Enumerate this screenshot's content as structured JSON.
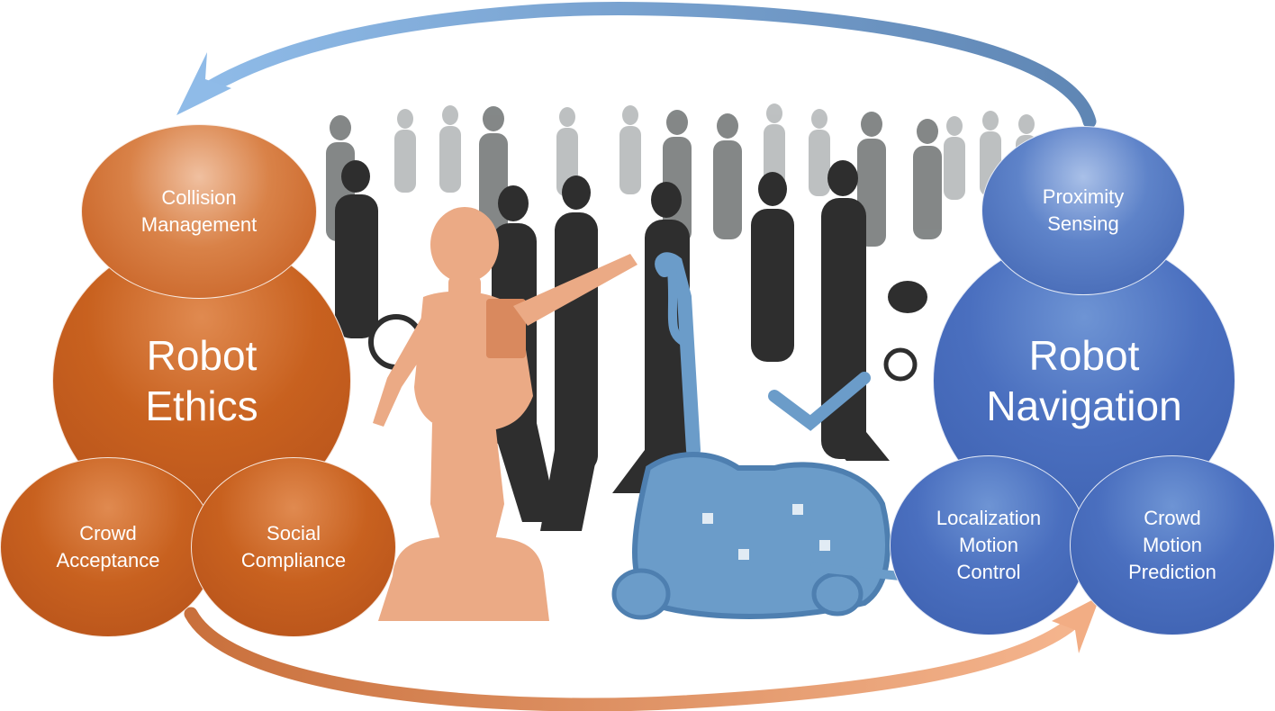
{
  "left_cluster": {
    "color": "#c8611f",
    "main": "Robot\nEthics",
    "top": "Collision\nManagement",
    "bottom_left": "Crowd\nAcceptance",
    "bottom_right": "Social\nCompliance"
  },
  "right_cluster": {
    "color": "#4a6fbf",
    "main": "Robot\nNavigation",
    "top": "Proximity\nSensing",
    "bottom_left": "Localization\nMotion\nControl",
    "bottom_right": "Crowd\nMotion\nPrediction"
  },
  "cycle_arrows": {
    "top_color": "#8eb4df",
    "bottom_color": "#eba27b"
  },
  "illustration": {
    "crowd_color": "#3a3a3a",
    "humanoid_robot_color": "#ebaa85",
    "wheelchair_robot_color": "#6b9cc9"
  }
}
